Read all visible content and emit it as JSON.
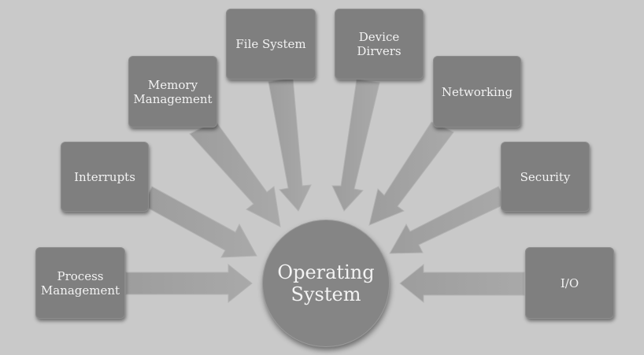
{
  "diagram": {
    "center": "Operating\nSystem",
    "nodes": [
      "Process\nManagement",
      "Interrupts",
      "Memory\nManagement",
      "File System",
      "Device\nDirvers",
      "Networking",
      "Security",
      "I/O"
    ]
  },
  "colors": {
    "background": "#c9c9c9",
    "box": "#7f7f7f",
    "arrow": "#a3a3a3",
    "text": "#f2f2f2"
  }
}
